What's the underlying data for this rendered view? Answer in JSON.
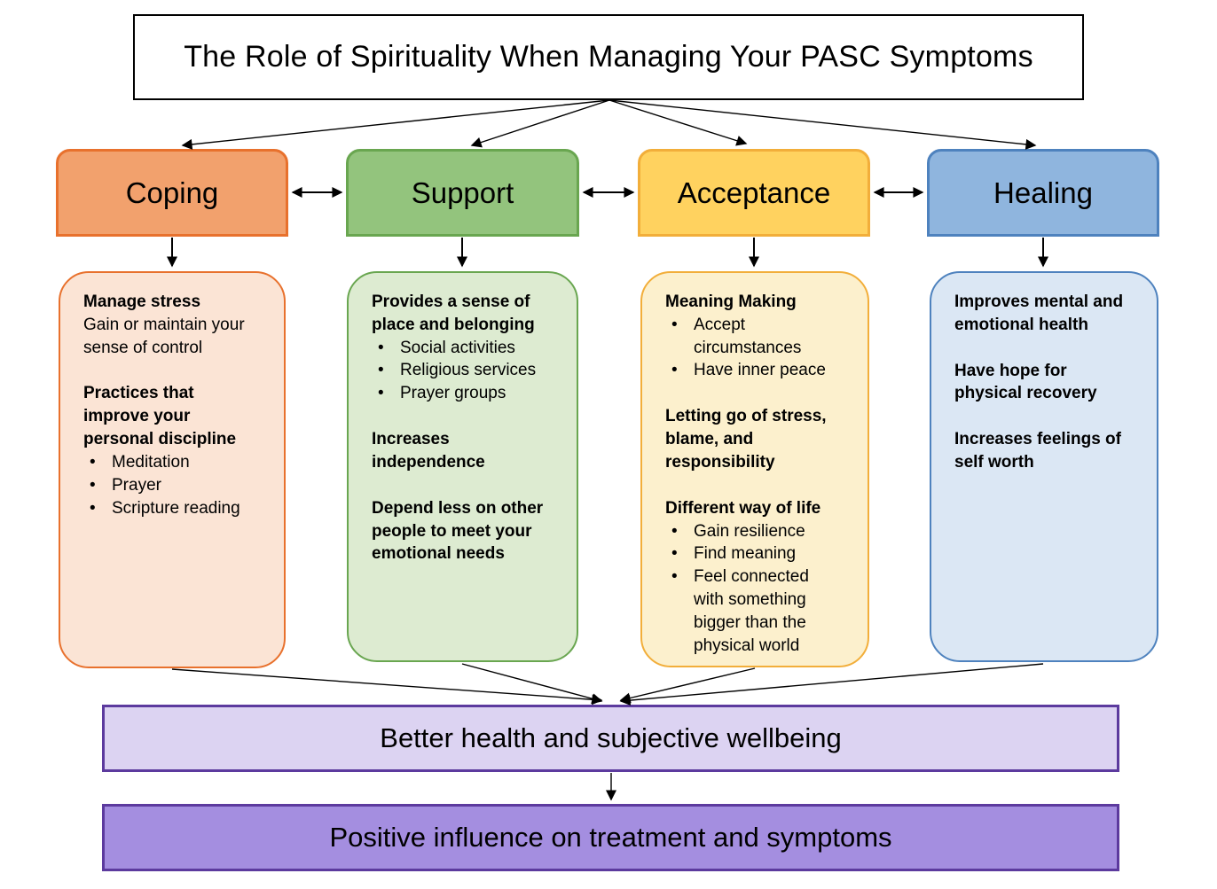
{
  "title": "The Role of Spirituality When Managing Your PASC Symptoms",
  "colors": {
    "background": "#ffffff",
    "title_border": "#000000",
    "arrow_color": "#000000",
    "text": "#000000"
  },
  "pillars": [
    {
      "label": "Coping",
      "colors": {
        "header_fill": "#F2A16D",
        "header_border": "#E8712D",
        "detail_fill": "#FBE4D5",
        "detail_border": "#E8712D"
      },
      "sections": [
        {
          "heading": "Manage stress",
          "body": "Gain or maintain your sense of control"
        },
        {
          "heading": "Practices that improve your personal discipline",
          "bullets": [
            "Meditation",
            "Prayer",
            "Scripture reading"
          ]
        }
      ]
    },
    {
      "label": "Support",
      "colors": {
        "header_fill": "#93C47D",
        "header_border": "#69A650",
        "detail_fill": "#DDEBD1",
        "detail_border": "#69A650"
      },
      "sections": [
        {
          "heading": "Provides a sense of place and belonging",
          "bullets": [
            "Social activities",
            "Religious services",
            "Prayer groups"
          ]
        },
        {
          "heading": "Increases independence"
        },
        {
          "heading": "Depend less on other people to meet your emotional needs"
        }
      ]
    },
    {
      "label": "Acceptance",
      "colors": {
        "header_fill": "#FFD25F",
        "header_border": "#F2AE3A",
        "detail_fill": "#FCF0CD",
        "detail_border": "#F2AE3A"
      },
      "sections": [
        {
          "heading": "Meaning Making",
          "bullets": [
            "Accept circumstances",
            "Have inner peace"
          ]
        },
        {
          "heading": "Letting go of stress, blame, and responsibility"
        },
        {
          "heading": "Different way of life",
          "bullets": [
            "Gain resilience",
            "Find meaning",
            "Feel connected with something bigger than the physical world"
          ]
        }
      ]
    },
    {
      "label": "Healing",
      "colors": {
        "header_fill": "#8FB5DE",
        "header_border": "#4E82BE",
        "detail_fill": "#DBE7F4",
        "detail_border": "#4E82BE"
      },
      "sections": [
        {
          "heading": "Improves mental and emotional health"
        },
        {
          "heading": "Have hope for physical recovery"
        },
        {
          "heading": "Increases feelings of self worth"
        }
      ]
    }
  ],
  "outcomes": [
    {
      "label": "Better health and subjective wellbeing",
      "fill": "#DCD3F2",
      "border": "#5C3A9E"
    },
    {
      "label": "Positive influence on treatment and symptoms",
      "fill": "#A48EE0",
      "border": "#5C3A9E"
    }
  ]
}
